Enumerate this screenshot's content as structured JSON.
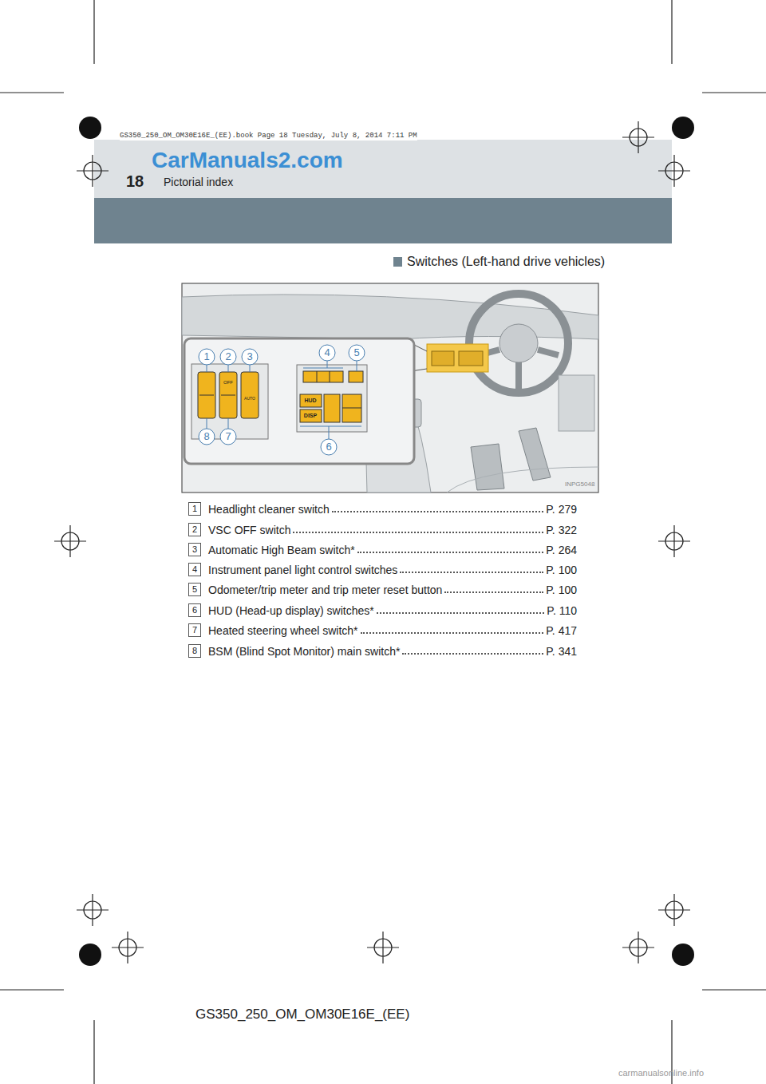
{
  "diagram": {
    "title": "Switches (Left-hand drive vehicles)",
    "labels": [
      "GS350_250_OM_OM30E16E_(EE).book  Page 18  Tuesday, July 8, 2014  7:11 PM",
      "CarManuals2.com",
      "18",
      "Pictorial index",
      "1",
      "2",
      "3",
      "4",
      "5",
      "8",
      "7",
      "6",
      "OFF",
      "AUTO",
      "HUD",
      "DISP",
      "INPG5048",
      "1",
      "Headlight cleaner switch",
      "P. 279",
      "2",
      "VSC OFF switch",
      "P. 322",
      "3",
      "Automatic High Beam switch*",
      "P. 264",
      "4",
      "Instrument panel light control switches",
      "P. 100",
      "5",
      "Odometer/trip meter and trip meter reset button",
      "P. 100",
      "6",
      "HUD (Head-up display) switches*",
      "P. 110",
      "7",
      "Heated steering wheel switch*",
      "P. 417",
      "8",
      "BSM (Blind Spot Monitor) main switch*",
      "P. 341",
      "GS350_250_OM_OM30E16E_(EE)",
      "carmanualsonline.info"
    ]
  }
}
